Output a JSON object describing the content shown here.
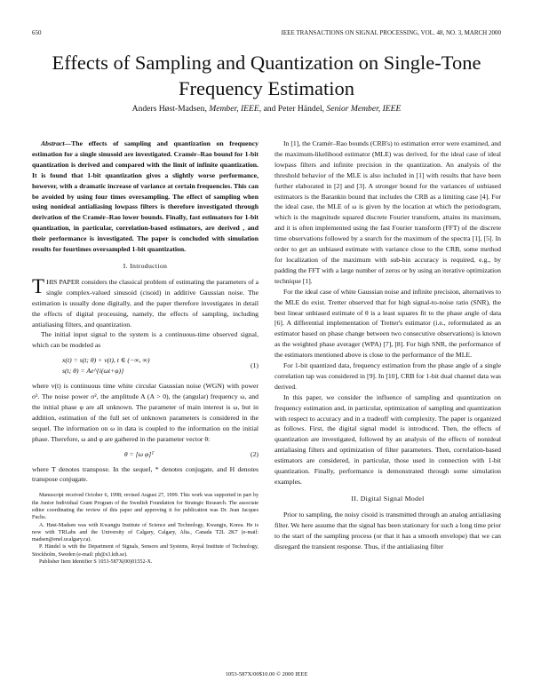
{
  "header": {
    "page_number": "650",
    "journal": "IEEE TRANSACTIONS ON SIGNAL PROCESSING, VOL. 48, NO. 3, MARCH 2000"
  },
  "title": "Effects of Sampling and Quantization on Single-Tone Frequency Estimation",
  "authors": {
    "a1": "Anders Høst-Madsen,",
    "a1_role": "Member, IEEE,",
    "and": "and",
    "a2": "Peter Händel,",
    "a2_role": "Senior Member, IEEE"
  },
  "abstract": {
    "label": "Abstract—",
    "text": "The effects of sampling and quantization on frequency estimation for a single sinusoid are investigated. Cramér–Rao bound for 1-bit quantization is derived and compared with the limit of infinite quantization. It is found that 1-bit quantization gives a slightly worse performance, however, with a dramatic increase of variance at certain frequencies. This can be avoided by using four times oversampling. The effect of sampling when using nonideal antialiasing lowpass filters is therefore investigated through derivation of the Cramér–Rao lower bounds. Finally, fast estimators for 1-bit quantization, in particular, correlation-based estimators, are derived , and their performance is investigated. The paper is concluded with simulation results for fourtimes oversampled 1-bit quantization."
  },
  "sections": {
    "s1": "I. Introduction",
    "s2": "II. Digital Signal Model"
  },
  "intro": {
    "dropcap": "T",
    "p1": "HIS PAPER considers the classical problem of estimating the parameters of a single complex-valued sinusoid (cisoid) in additive Gaussian noise. The estimation is usually done digitally, and the paper therefore investigates in detail the effects of digital processing, namely, the effects of sampling, including antialiasing filters, and quantization.",
    "p2": "The initial input signal to the system is a continuous-time observed signal, which can be modeled as",
    "eq1_line1": "x(t) = s(t; θ) + v(t),          t ∈ (−∞, ∞)",
    "eq1_line2": "s(t; θ) = Ae^{i(ωt+φ)}",
    "eq1_num": "(1)",
    "p3": "where v(t) is continuous time white circular Gaussian noise (WGN) with power σ². The noise power σ², the amplitude A (A > 0), the (angular) frequency ω, and the initial phase φ are all unknown. The parameter of main interest is ω, but in addition, estimation of the full set of unknown parameters is considered in the sequel. The information on ω in data is coupled to the information on the initial phase. Therefore, ω and φ are gathered in the parameter vector θ:",
    "eq2": "θ = [ω  φ]ᵀ",
    "eq2_num": "(2)",
    "p4": "where T denotes transpose. In the sequel, * denotes conjugate, and H denotes transpose conjugate."
  },
  "footnotes": {
    "f1": "Manuscript received October 6, 1998; revised August 27, 1999. This work was supported in part by the Junior Individual Grant Program of the Swedish Foundation for Strategic Research. The associate editor coordinating the review of this paper and approving it for publication was Dr. Jean Jacques Fuchs.",
    "f2": "A. Høst-Madsen was with Kwangju Institute of Science and Technology, Kwangju, Korea. He is now with TRLabs and the University of Calgary, Calgary, Alta., Canada T2L 2K7 (e-mail: madsen@enel.ucalgary.ca).",
    "f3": "P. Händel is with the Department of Signals, Sensors and Systems, Royal Institute of Technology, Stockholm, Sweden (e-mail: ph@s3.kth.se).",
    "f4": "Publisher Item Identifier S 1053-587X(00)01552-X."
  },
  "right": {
    "p1": "In [1], the Cramér–Rao bounds (CRB's) to estimation error were examined, and the maximum-likelihood estimator (MLE) was derived, for the ideal case of ideal lowpass filters and infinite precision in the quantization. An analysis of the threshold behavior of the MLE is also included in [1] with results that have been further elaborated in [2] and [3]. A stronger bound for the variances of unbiased estimators is the Barankin bound that includes the CRB as a limiting case [4]. For the ideal case, the MLE of ω is given by the location at which the periodogram, which is the magnitude squared discrete Fourier transform, attains its maximum, and it is often implemented using the fast Fourier transform (FFT) of the discrete time observations followed by a search for the maximum of the spectra [1], [5]. In order to get an unbiased estimate with variance close to the CRB, some method for localization of the maximum with sub-bin accuracy is required, e.g., by padding the FFT with a large number of zeros or by using an iterative optimization technique [1].",
    "p2": "For the ideal case of white Gaussian noise and infinite precision, alternatives to the MLE do exist. Tretter observed that for high signal-to-noise ratio (SNR), the best linear unbiased estimate of θ is a least squares fit to the phase angle of data [6]. A differential implementation of Tretter's estimator (i.e., reformulated as an estimator based on phase change between two consecutive observations) is known as the weighted phase averager (WPA) [7], [8]. For high SNR, the performance of the estimators mentioned above is close to the performance of the MLE.",
    "p3": "For 1-bit quantized data, frequency estimation from the phase angle of a single correlation tap was considered in [9]. In [10], CRB for 1-bit dual channel data was derived.",
    "p4": "In this paper, we consider the influence of sampling and quantization on frequency estimation and, in particular, optimization of sampling and quantization with respect to accuracy and in a tradeoff with complexity. The paper is organized as follows. First, the digital signal model is introduced. Then, the effects of quantization are investigated, followed by an analysis of the effects of nonideal antialiasing filters and optimization of filter parameters. Then, correlation-based estimators are considered, in particular, those used in connection with 1-bit quantization. Finally, performance is demonstrated through some simulation examples.",
    "p5": "Prior to sampling, the noisy cisoid is transmitted through an analog antialiasing filter. We here assume that the signal has been stationary for such a long time prior to the start of the sampling process (or that it has a smooth envelope) that we can disregard the transient response. Thus, if the antialiasing filter"
  },
  "footer": "1053-587X/00$10.00 © 2000 IEEE"
}
